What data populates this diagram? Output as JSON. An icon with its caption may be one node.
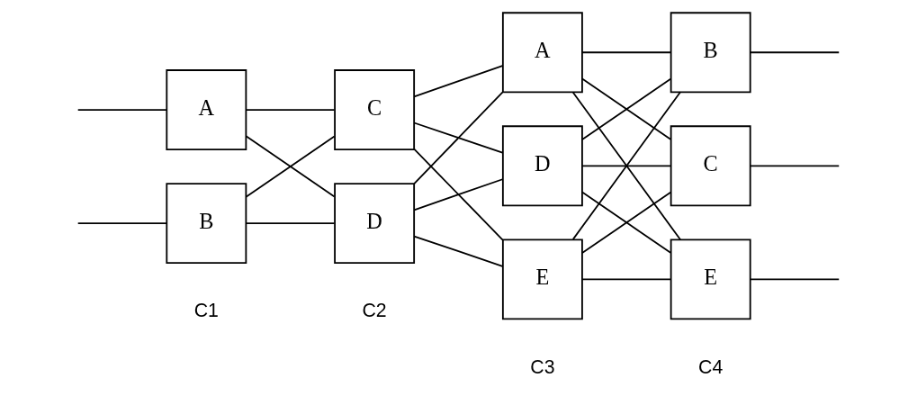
{
  "diagram": {
    "nodes": [
      {
        "text": [
          "A"
        ]
      },
      {
        "text": [
          "B"
        ]
      },
      {
        "text": [
          "C"
        ]
      },
      {
        "text": [
          "D"
        ]
      },
      {
        "text": [
          "A"
        ]
      },
      {
        "text": [
          "D"
        ]
      },
      {
        "text": [
          "E"
        ]
      },
      {
        "text": [
          "B"
        ]
      },
      {
        "text": [
          "C"
        ]
      },
      {
        "text": [
          "E"
        ]
      }
    ],
    "edges": [
      {
        "from": null,
        "to": 0,
        "arrow": "none"
      },
      {
        "from": null,
        "to": 1,
        "arrow": "none"
      },
      {
        "from": 0,
        "to": 2,
        "arrow": "none"
      },
      {
        "from": 0,
        "to": 3,
        "arrow": "none"
      },
      {
        "from": 1,
        "to": 2,
        "arrow": "none"
      },
      {
        "from": 1,
        "to": 3,
        "arrow": "none"
      },
      {
        "from": 2,
        "to": 4,
        "arrow": "none"
      },
      {
        "from": 2,
        "to": 5,
        "arrow": "none"
      },
      {
        "from": 2,
        "to": 6,
        "arrow": "none"
      },
      {
        "from": 3,
        "to": 4,
        "arrow": "none"
      },
      {
        "from": 3,
        "to": 5,
        "arrow": "none"
      },
      {
        "from": 3,
        "to": 6,
        "arrow": "none"
      },
      {
        "from": 4,
        "to": 7,
        "arrow": "none"
      },
      {
        "from": 4,
        "to": 8,
        "arrow": "none"
      },
      {
        "from": 4,
        "to": 9,
        "arrow": "none"
      },
      {
        "from": 5,
        "to": 7,
        "arrow": "none"
      },
      {
        "from": 5,
        "to": 8,
        "arrow": "none"
      },
      {
        "from": 5,
        "to": 9,
        "arrow": "none"
      },
      {
        "from": 6,
        "to": 7,
        "arrow": "none"
      },
      {
        "from": 6,
        "to": 8,
        "arrow": "none"
      },
      {
        "from": 6,
        "to": 9,
        "arrow": "none"
      },
      {
        "from": 7,
        "to": null,
        "arrow": "none"
      },
      {
        "from": 8,
        "to": null,
        "arrow": "none"
      },
      {
        "from": 9,
        "to": null,
        "arrow": "none"
      }
    ],
    "labels": [
      "C1",
      "C2",
      "C3",
      "C4"
    ]
  }
}
